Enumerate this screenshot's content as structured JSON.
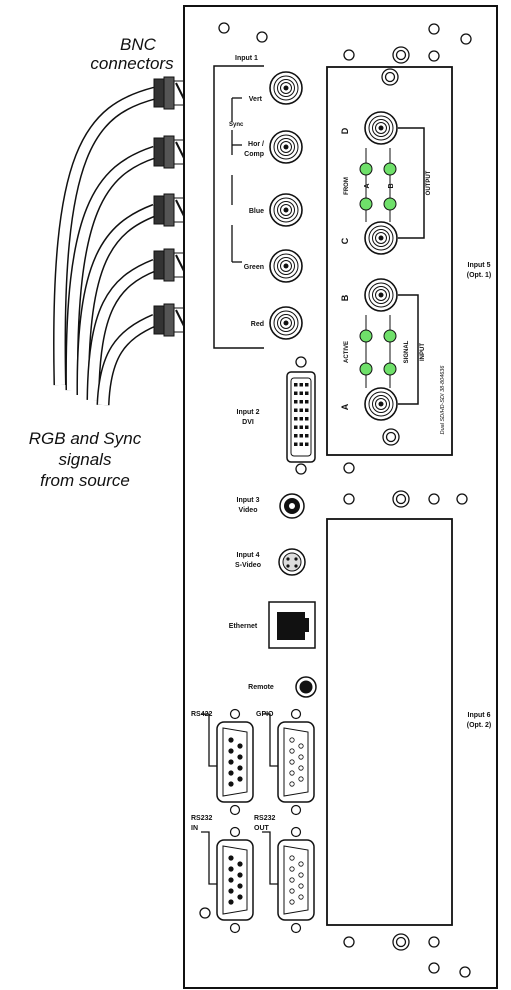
{
  "callouts": {
    "bnc_line1": "BNC",
    "bnc_line2": "connectors",
    "rgb_line1": "RGB and Sync",
    "rgb_line2": "signals",
    "rgb_line3": "from source"
  },
  "input1": {
    "title": "Input 1",
    "sync": "Sync",
    "vert": "Vert",
    "hor_line1": "Hor /",
    "hor_line2": "Comp",
    "blue": "Blue",
    "green": "Green",
    "red": "Red"
  },
  "input2": {
    "line1": "Input 2",
    "line2": "DVI"
  },
  "input3": {
    "line1": "Input 3",
    "line2": "Video"
  },
  "input4": {
    "line1": "Input 4",
    "line2": "S-Video"
  },
  "ethernet": "Ethernet",
  "remote": "Remote",
  "rs422": "RS422",
  "gpio": "GPIO",
  "rs232in": {
    "line1": "RS232",
    "line2": "IN"
  },
  "rs232out": {
    "line1": "RS232",
    "line2": "OUT"
  },
  "input5": {
    "line1": "Input 5",
    "line2": "(Opt. 1)"
  },
  "input6": {
    "line1": "Input 6",
    "line2": "(Opt. 2)"
  },
  "option_card": {
    "port_d": "D",
    "port_c": "C",
    "port_b": "B",
    "port_a": "A",
    "from": "FROM",
    "led_a": "A",
    "led_b": "B",
    "output": "OUTPUT",
    "active": "ACTIVE",
    "signal": "SIGNAL",
    "input": "INPUT",
    "model": "Dual SD/HD-SDI 38-804636"
  },
  "colors": {
    "led_green": "#6fe06a",
    "line": "#111111",
    "panel": "#ffffff"
  }
}
